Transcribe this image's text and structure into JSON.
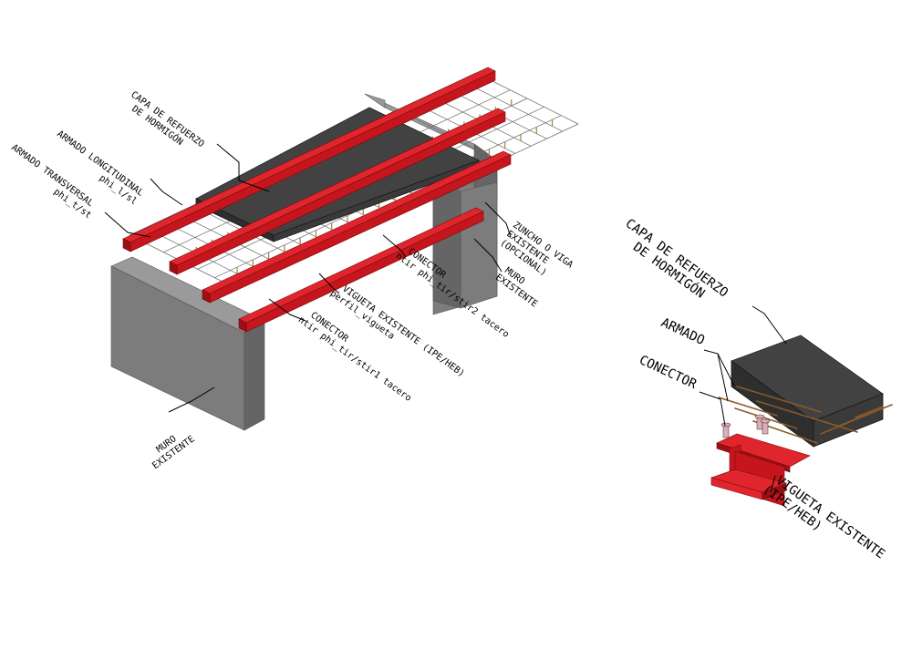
{
  "left_labels": {
    "capa": [
      "CAPA DE REFUERZO",
      "DE HORMIGÓN"
    ],
    "armado_long": [
      "ARMADO LONGITUDINAL",
      "phi_l/sl"
    ],
    "armado_trans": [
      "ARMADO TRANSVERSAL",
      "phi_t/st"
    ],
    "zuncho": [
      "ZUNCHO O VIGA",
      "EXISTENTE",
      "(OPCIONAL)"
    ],
    "conector_top": [
      "CONECTOR",
      "ntir phi_tir/stir2 tacero"
    ],
    "muro_right": [
      "MURO",
      "EXISTENTE"
    ],
    "vigueta": [
      "VIGUETA EXISTENTE (IPE/HEB)",
      "perfil_vigueta"
    ],
    "conector_bottom": [
      "CONECTOR",
      "ntir phi_tir/stir1 tacero"
    ],
    "muro_left": [
      "MURO",
      "EXISTENTE"
    ]
  },
  "right_labels": {
    "capa": [
      "CAPA DE REFUERZO",
      "DE HORMIGÓN"
    ],
    "armado": "ARMADO",
    "conector": "CONECTOR",
    "vigueta": [
      "VIGUETA EXISTENTE",
      "(IPE/HEB)"
    ]
  },
  "colors": {
    "steel_red": "#c4161c",
    "concrete_dark": "#3a3a3a",
    "wall_gray": "#7c7c7c",
    "rebar_brown": "#8a5a2a"
  }
}
